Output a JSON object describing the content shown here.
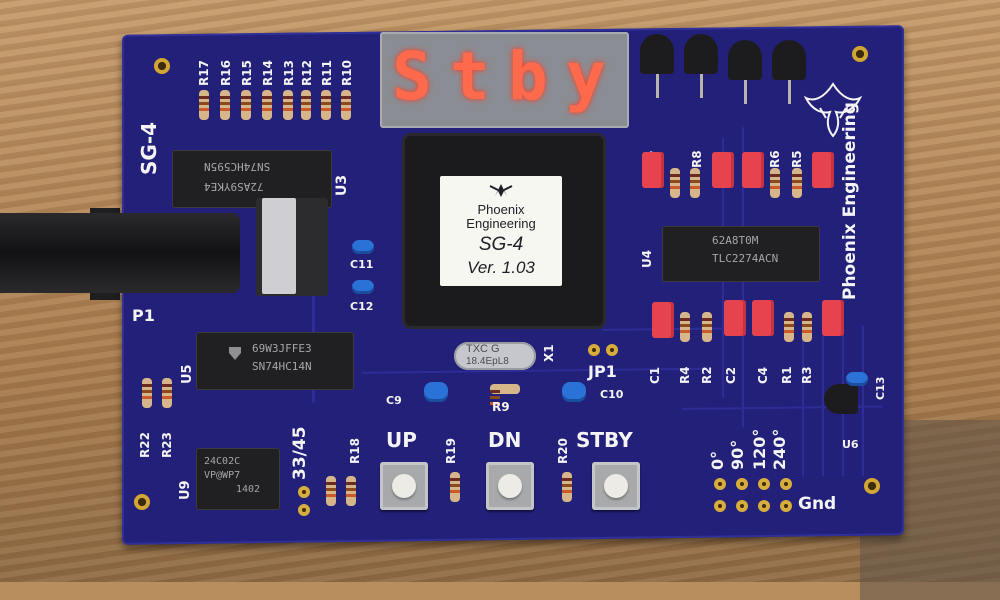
{
  "photo_description": "Blue printed circuit board photographed on a wooden table",
  "display": {
    "digits": [
      "S",
      "t",
      "b",
      "y"
    ]
  },
  "board": {
    "name": "SG-4",
    "maker_vertical": "Phoenix Engineering",
    "connector_label": "P1"
  },
  "chip_label": {
    "maker_line1": "Phoenix",
    "maker_line2": "Engineering",
    "model": "SG-4",
    "version": "Ver.  1.03"
  },
  "chips": {
    "u3_text": "SN74HC595N",
    "u3_text2": "72AS9YKE4",
    "u5_text": "69W3JFFE3",
    "u5_text2": "SN74HC14N",
    "u9_text": "24C02C",
    "u9_text2": "VP@WP7",
    "u9_text3": "1402",
    "u4_text": "62A8T0M",
    "u4_text2": "TLC2274ACN",
    "crystal_text1": "TXC G",
    "crystal_text2": "18.4EpL8"
  },
  "silkscreen": {
    "resistor_row_top": [
      "R17",
      "R16",
      "R15",
      "R14",
      "R13",
      "R12",
      "R11",
      "R10"
    ],
    "u3": "U3",
    "c11": "C11",
    "c12": "C12",
    "u5": "U5",
    "r22": "R22",
    "r23": "R23",
    "u9": "U9",
    "mode": "33/45",
    "r18": "R18",
    "r19": "R19",
    "r20": "R20",
    "r9": "R9",
    "x1": "X1",
    "jp1": "JP1",
    "c9": "C9",
    "c10": "C10",
    "u4": "U4",
    "u6": "U6",
    "c13": "C13",
    "gnd": "Gnd",
    "phase_labels": [
      "0°",
      "90°",
      "120°",
      "240°"
    ],
    "right_top_labels": [
      "R7",
      "R8",
      "R6",
      "R5"
    ],
    "right_bottom_labels": [
      "C1",
      "R4",
      "R2",
      "C2",
      "C4",
      "R1",
      "R3"
    ]
  },
  "buttons": [
    {
      "label": "UP"
    },
    {
      "label": "DN"
    },
    {
      "label": "STBY"
    }
  ],
  "colors": {
    "pcb": "#23207a",
    "segment": "#ff6a4c",
    "silk": "#f4f4f4"
  }
}
